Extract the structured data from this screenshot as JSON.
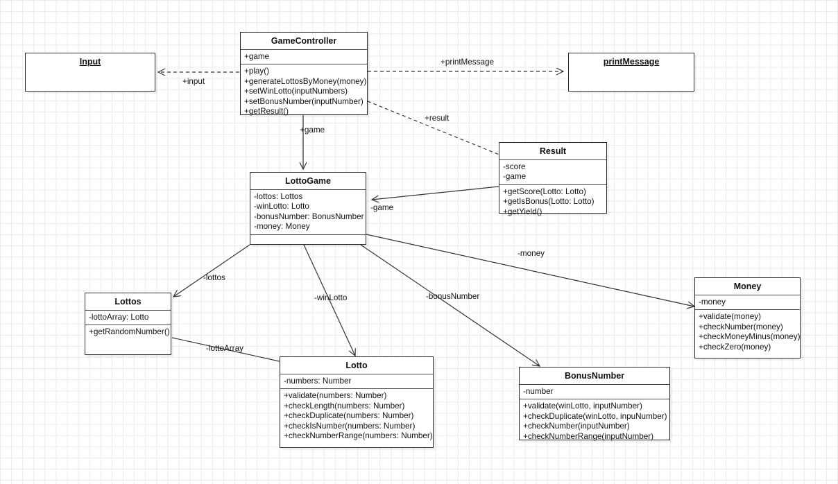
{
  "diagram": {
    "kind": "uml-class-diagram",
    "background": "#ffffff",
    "grid_color": "#ebebeb",
    "line_color": "#333333",
    "box_border_color": "#2b2b2b"
  },
  "classes": {
    "input": {
      "name": "Input",
      "title_underlined": true,
      "attributes": [],
      "methods": []
    },
    "print_message": {
      "name": "printMessage",
      "title_underlined": true,
      "attributes": [],
      "methods": []
    },
    "game_controller": {
      "name": "GameController",
      "title_underlined": false,
      "attributes": [
        "+game"
      ],
      "methods": [
        "+play()",
        "+generateLottosByMoney(money)",
        "+setWinLotto(inputNumbers)",
        "+setBonusNumber(inputNumber)",
        "+getResult()"
      ]
    },
    "lotto_game": {
      "name": "LottoGame",
      "title_underlined": false,
      "attributes": [
        "-lottos: Lottos",
        "-winLotto: Lotto",
        "-bonusNumber: BonusNumber",
        "-money: Money"
      ],
      "methods": []
    },
    "result": {
      "name": "Result",
      "title_underlined": false,
      "attributes": [
        "-score",
        "-game"
      ],
      "methods": [
        "+getScore(Lotto: Lotto)",
        "+getIsBonus(Lotto: Lotto)",
        "+getYield()"
      ]
    },
    "lottos": {
      "name": "Lottos",
      "title_underlined": false,
      "attributes": [
        "-lottoArray: Lotto"
      ],
      "methods": [
        "+getRandomNumber()"
      ]
    },
    "lotto": {
      "name": "Lotto",
      "title_underlined": false,
      "attributes": [
        "-numbers: Number"
      ],
      "methods": [
        "+validate(numbers: Number)",
        "+checkLength(numbers: Number)",
        "+checkDuplicate(numbers: Number)",
        "+checkIsNumber(numbers: Number)",
        "+checkNumberRange(numbers: Number)"
      ]
    },
    "bonus_number": {
      "name": "BonusNumber",
      "title_underlined": false,
      "attributes": [
        "-number"
      ],
      "methods": [
        "+validate(winLotto, inputNumber)",
        "+checkDuplicate(winLotto, inpuNumber)",
        "+checkNumber(inputNumber)",
        "+checkNumberRange(inputNumber)"
      ]
    },
    "money": {
      "name": "Money",
      "title_underlined": false,
      "attributes": [
        "-money"
      ],
      "methods": [
        "+validate(money)",
        "+checkNumber(money)",
        "+checkMoneyMinus(money)",
        "+checkZero(money)"
      ]
    }
  },
  "edges": [
    {
      "id": "gc-input",
      "label": "+input",
      "from": "game_controller",
      "to": "input",
      "style": "dashed"
    },
    {
      "id": "gc-printmessage",
      "label": "+printMessage",
      "from": "game_controller",
      "to": "print_message",
      "style": "dashed"
    },
    {
      "id": "gc-result",
      "label": "+result",
      "from": "game_controller",
      "to": "result",
      "style": "dashed"
    },
    {
      "id": "gc-lottogame",
      "label": "+game",
      "from": "game_controller",
      "to": "lotto_game",
      "style": "solid"
    },
    {
      "id": "result-lottogame",
      "label": "-game",
      "from": "result",
      "to": "lotto_game",
      "style": "solid"
    },
    {
      "id": "lottogame-lottos",
      "label": "-lottos",
      "from": "lotto_game",
      "to": "lottos",
      "style": "solid"
    },
    {
      "id": "lottogame-lotto",
      "label": "-winLotto",
      "from": "lotto_game",
      "to": "lotto",
      "style": "solid"
    },
    {
      "id": "lottogame-bonus",
      "label": "-bonusNumber",
      "from": "lotto_game",
      "to": "bonus_number",
      "style": "solid"
    },
    {
      "id": "lottogame-money",
      "label": "-money",
      "from": "lotto_game",
      "to": "money",
      "style": "solid"
    },
    {
      "id": "lottos-lotto",
      "label": "-lottoArray",
      "from": "lottos",
      "to": "lotto",
      "style": "solid"
    }
  ]
}
